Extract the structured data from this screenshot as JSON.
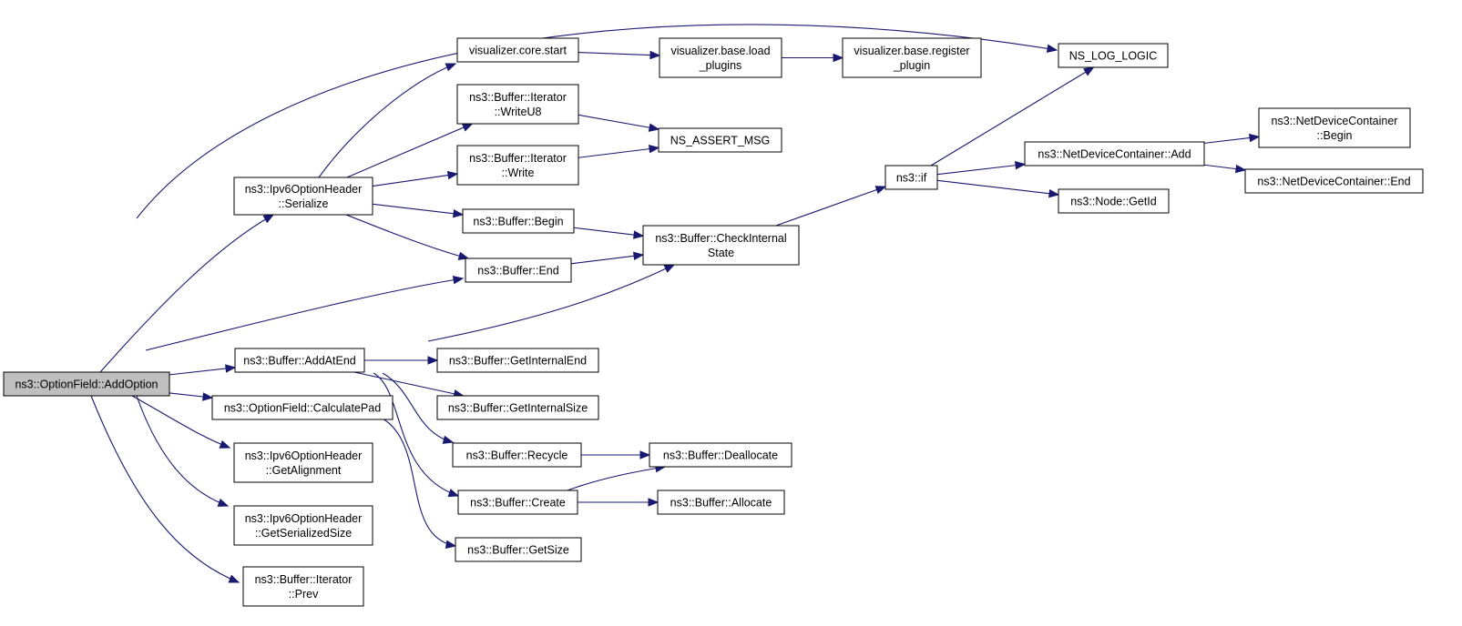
{
  "diagram": {
    "type": "call-graph",
    "colors": {
      "edge": "#191970",
      "root_fill": "#bfbfbf",
      "node_fill": "#ffffff",
      "border": "#000000"
    },
    "nodes": [
      {
        "id": "addoption",
        "lines": [
          "ns3::OptionField::AddOption"
        ],
        "root": true
      },
      {
        "id": "serialize",
        "lines": [
          "ns3::Ipv6OptionHeader",
          "::Serialize"
        ]
      },
      {
        "id": "addatend",
        "lines": [
          "ns3::Buffer::AddAtEnd"
        ]
      },
      {
        "id": "calcpad",
        "lines": [
          "ns3::OptionField::CalculatePad"
        ]
      },
      {
        "id": "getalign",
        "lines": [
          "ns3::Ipv6OptionHeader",
          "::GetAlignment"
        ]
      },
      {
        "id": "getsersize",
        "lines": [
          "ns3::Ipv6OptionHeader",
          "::GetSerializedSize"
        ]
      },
      {
        "id": "prev",
        "lines": [
          "ns3::Buffer::Iterator",
          "::Prev"
        ]
      },
      {
        "id": "vcorestart",
        "lines": [
          "visualizer.core.start"
        ]
      },
      {
        "id": "writeu8",
        "lines": [
          "ns3::Buffer::Iterator",
          "::WriteU8"
        ]
      },
      {
        "id": "write",
        "lines": [
          "ns3::Buffer::Iterator",
          "::Write"
        ]
      },
      {
        "id": "begin",
        "lines": [
          "ns3::Buffer::Begin"
        ]
      },
      {
        "id": "end",
        "lines": [
          "ns3::Buffer::End"
        ]
      },
      {
        "id": "getintend",
        "lines": [
          "ns3::Buffer::GetInternalEnd"
        ]
      },
      {
        "id": "getintsize",
        "lines": [
          "ns3::Buffer::GetInternalSize"
        ]
      },
      {
        "id": "recycle",
        "lines": [
          "ns3::Buffer::Recycle"
        ]
      },
      {
        "id": "create",
        "lines": [
          "ns3::Buffer::Create"
        ]
      },
      {
        "id": "getsize",
        "lines": [
          "ns3::Buffer::GetSize"
        ]
      },
      {
        "id": "vloadplugins",
        "lines": [
          "visualizer.base.load",
          "_plugins"
        ]
      },
      {
        "id": "nsassert",
        "lines": [
          "NS_ASSERT_MSG"
        ]
      },
      {
        "id": "checkint",
        "lines": [
          "ns3::Buffer::CheckInternal",
          "State"
        ]
      },
      {
        "id": "dealloc",
        "lines": [
          "ns3::Buffer::Deallocate"
        ]
      },
      {
        "id": "alloc",
        "lines": [
          "ns3::Buffer::Allocate"
        ]
      },
      {
        "id": "vregplugin",
        "lines": [
          "visualizer.base.register",
          "_plugin"
        ]
      },
      {
        "id": "nslog",
        "lines": [
          "NS_LOG_LOGIC"
        ]
      },
      {
        "id": "nsif",
        "lines": [
          "ns3::if"
        ]
      },
      {
        "id": "ndcadd",
        "lines": [
          "ns3::NetDeviceContainer::Add"
        ]
      },
      {
        "id": "nodegetid",
        "lines": [
          "ns3::Node::GetId"
        ]
      },
      {
        "id": "ndcbegin",
        "lines": [
          "ns3::NetDeviceContainer",
          "::Begin"
        ]
      },
      {
        "id": "ndcend",
        "lines": [
          "ns3::NetDeviceContainer::End"
        ]
      }
    ],
    "edges": [
      [
        "addoption",
        "nslog"
      ],
      [
        "addoption",
        "serialize"
      ],
      [
        "addoption",
        "end"
      ],
      [
        "addoption",
        "addatend"
      ],
      [
        "addoption",
        "calcpad"
      ],
      [
        "addoption",
        "getalign"
      ],
      [
        "addoption",
        "getsersize"
      ],
      [
        "addoption",
        "prev"
      ],
      [
        "serialize",
        "vcorestart"
      ],
      [
        "serialize",
        "writeu8"
      ],
      [
        "serialize",
        "write"
      ],
      [
        "serialize",
        "begin"
      ],
      [
        "serialize",
        "end"
      ],
      [
        "addatend",
        "checkint"
      ],
      [
        "addatend",
        "getintend"
      ],
      [
        "addatend",
        "getintsize"
      ],
      [
        "addatend",
        "recycle"
      ],
      [
        "addatend",
        "create"
      ],
      [
        "calcpad",
        "getsize"
      ],
      [
        "vcorestart",
        "vloadplugins"
      ],
      [
        "vloadplugins",
        "vregplugin"
      ],
      [
        "writeu8",
        "nsassert"
      ],
      [
        "write",
        "nsassert"
      ],
      [
        "begin",
        "checkint"
      ],
      [
        "end",
        "checkint"
      ],
      [
        "recycle",
        "dealloc"
      ],
      [
        "create",
        "dealloc"
      ],
      [
        "create",
        "alloc"
      ],
      [
        "checkint",
        "nsif"
      ],
      [
        "nsif",
        "nslog"
      ],
      [
        "nsif",
        "ndcadd"
      ],
      [
        "nsif",
        "nodegetid"
      ],
      [
        "ndcadd",
        "ndcbegin"
      ],
      [
        "ndcadd",
        "ndcend"
      ]
    ]
  }
}
